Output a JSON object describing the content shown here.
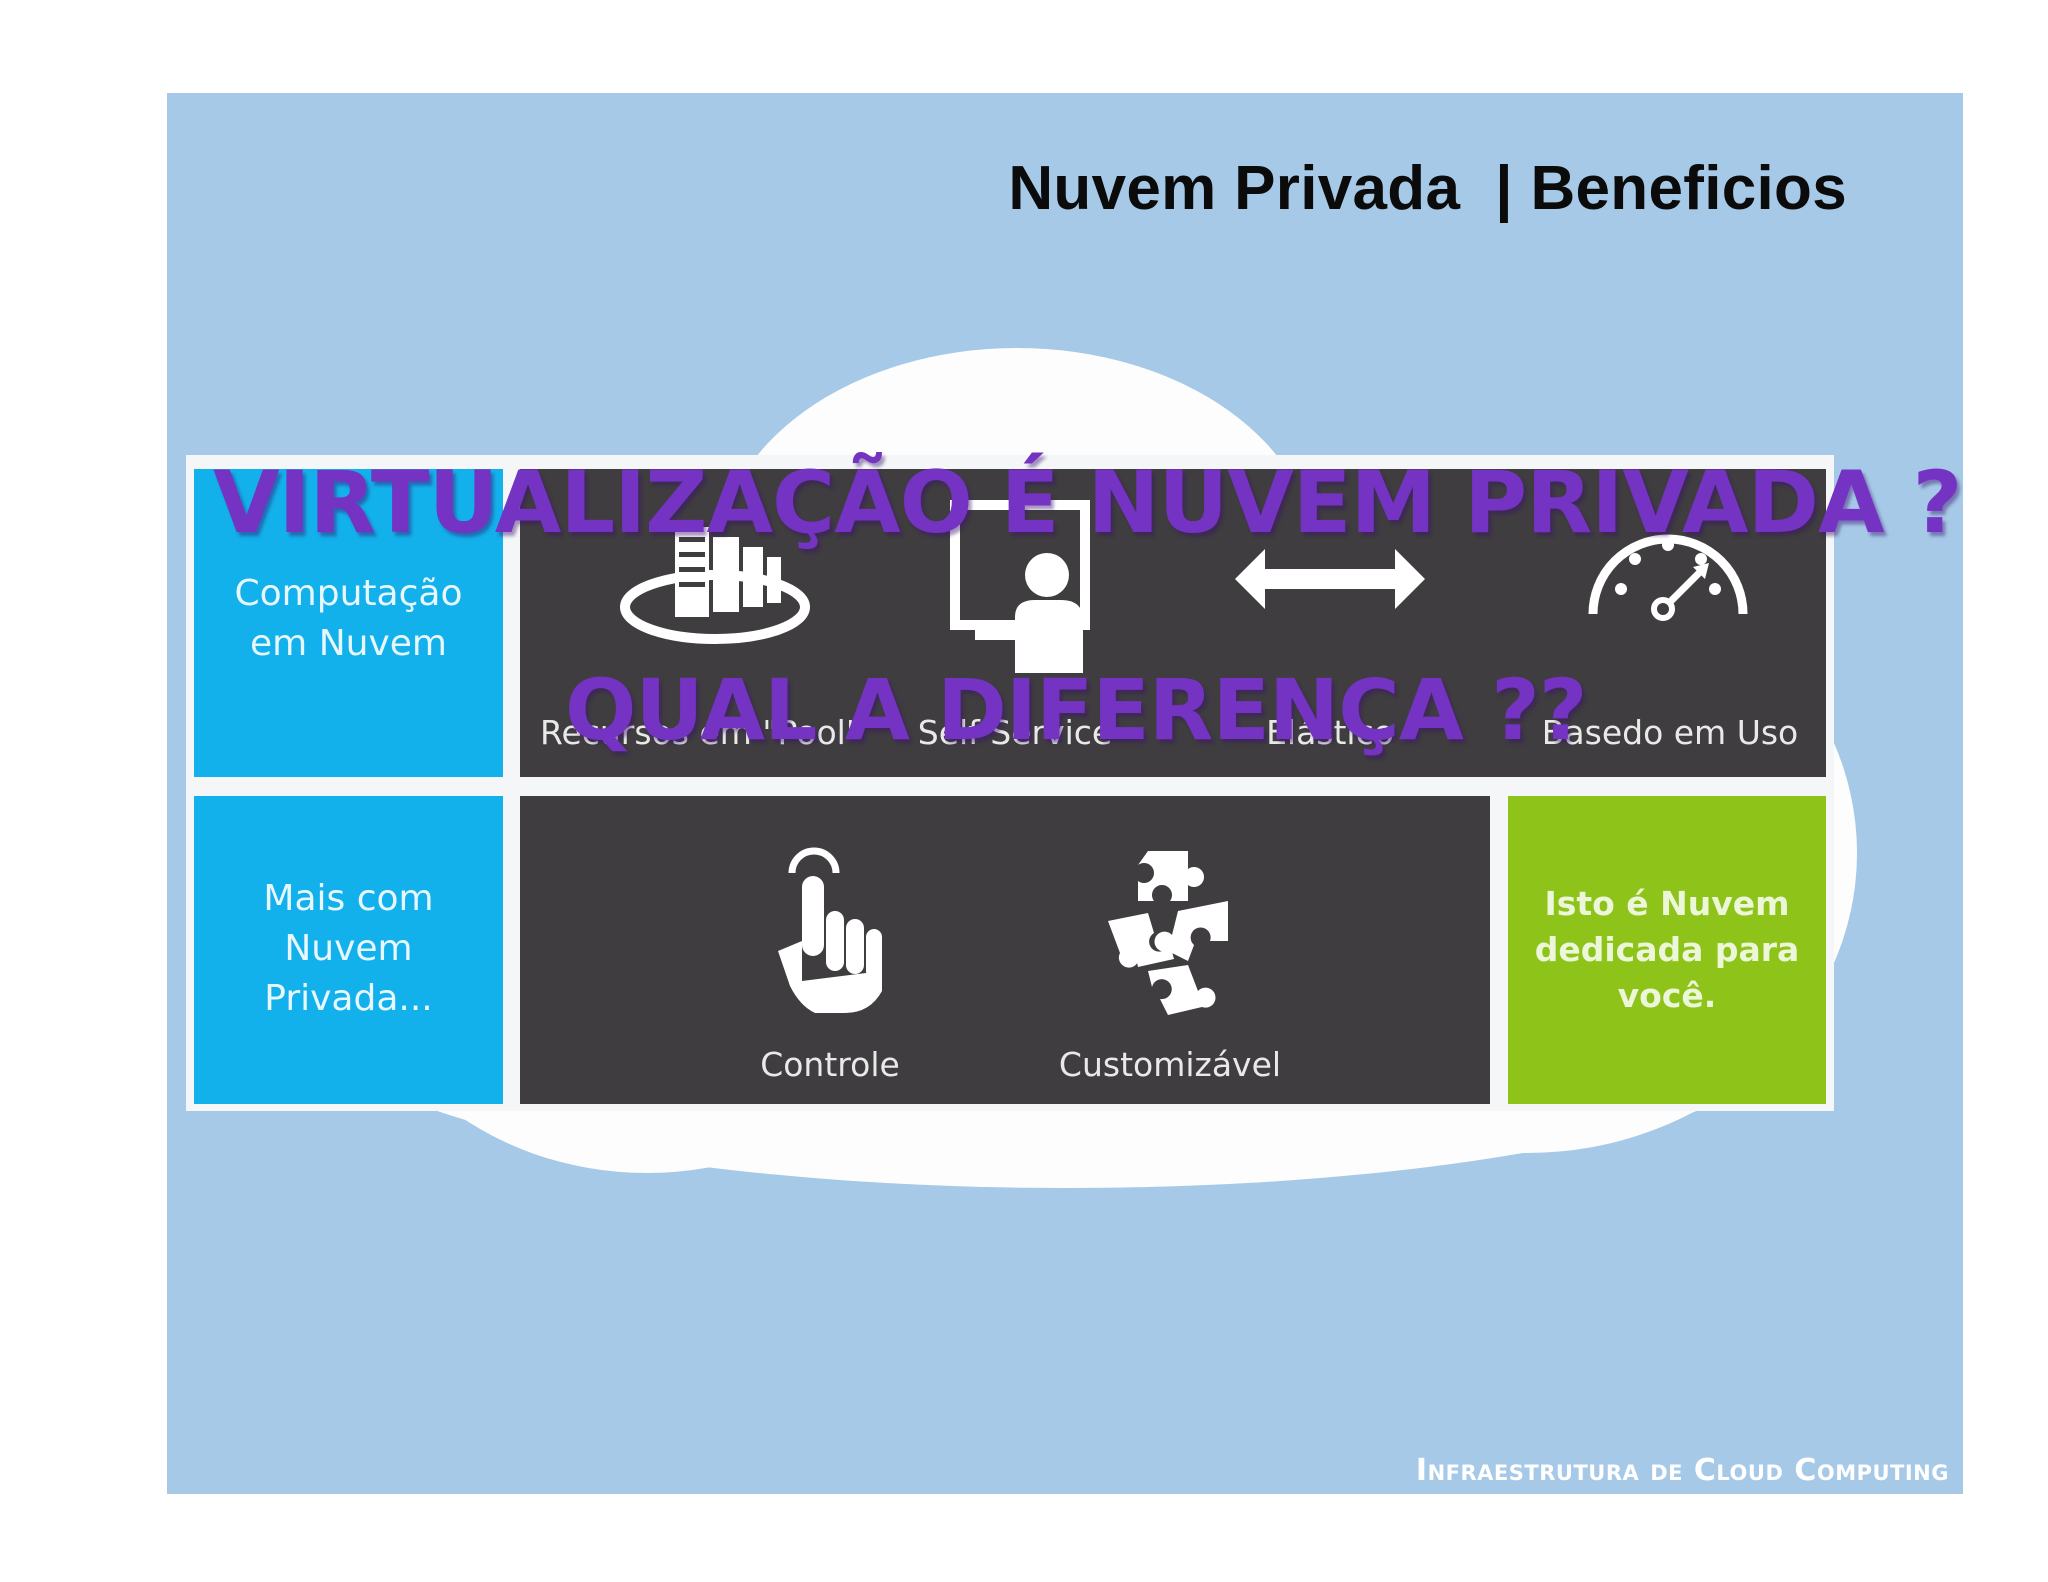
{
  "slide": {
    "title": "Nuvem Privada  | Beneficios",
    "footer": "Infraestrutura de Cloud Computing",
    "overlay_question_1": "VIRTUALIZAÇÃO É NUVEM PRIVADA ??",
    "overlay_question_2": "QUAL A DIFERENÇA ??"
  },
  "diagram": {
    "row1_label": "Computação\nem Nuvem",
    "row2_label": "Mais com\nNuvem\nPrivada...",
    "features_row1": [
      {
        "label": "Recursos em \"Pool\"",
        "icon": "server-pool-icon"
      },
      {
        "label": "Self Service",
        "icon": "person-screen-icon"
      },
      {
        "label": "Elástico",
        "icon": "double-arrow-icon"
      },
      {
        "label": "Basedo em Uso",
        "icon": "speedometer-icon"
      }
    ],
    "features_row2": [
      {
        "label": "Controle",
        "icon": "hand-pointer-icon"
      },
      {
        "label": "Customizável",
        "icon": "puzzle-icon"
      }
    ],
    "green_tile_text": "Isto é Nuvem\ndedicada para\nvocê."
  },
  "colors": {
    "slide_background": "#a6c9e8",
    "tile_blue": "#12b1ec",
    "tile_dark": "#3f3d3f",
    "tile_green": "#8ec319",
    "overlay_text": "#7433c2"
  }
}
